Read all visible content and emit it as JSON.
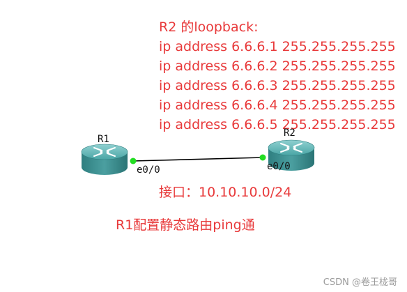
{
  "loopback": {
    "heading": "R2 的loopback:",
    "commands": [
      "ip address 6.6.6.1 255.255.255.255",
      "ip address 6.6.6.2 255.255.255.255",
      "ip address 6.6.6.3 255.255.255.255",
      "ip address 6.6.6.4 255.255.255.255",
      "ip address 6.6.6.5 255.255.255.255"
    ]
  },
  "routers": [
    {
      "name": "R1",
      "port": "e0/0"
    },
    {
      "name": "R2",
      "port": "e0/0"
    }
  ],
  "interface_note": "接口：10.10.10.0/24",
  "task_note": "R1配置静态路由ping通",
  "watermark": "CSDN @卷王栊哥",
  "colors": {
    "annotation_text": "#e8393a",
    "router_body": "#3c9a9a",
    "link_up_dot": "#22dd22"
  },
  "icons": {
    "router": "router-icon",
    "link_status": "green-dot-icon"
  }
}
